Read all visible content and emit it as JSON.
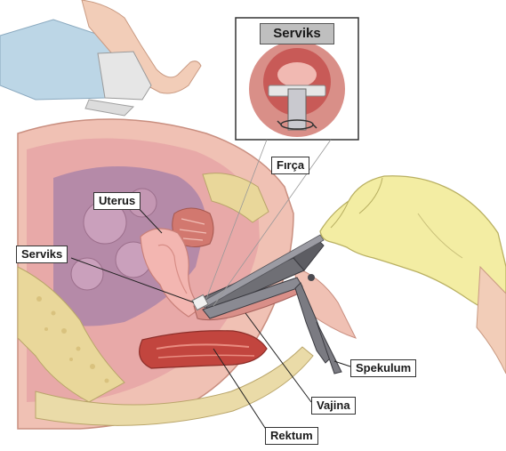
{
  "inset": {
    "title": "Serviks"
  },
  "labels": {
    "brush": "Fırça",
    "uterus": "Uterus",
    "cervix": "Serviks",
    "speculum": "Spekulum",
    "vagina": "Vajina",
    "rectum": "Rektum"
  },
  "colors": {
    "tissue_pink": "#e8a9a8",
    "uterus_pink": "#f3b6b1",
    "cavity_purple": "#b58aa8",
    "rectum_red": "#c2453e",
    "bone_tan": "#e9d79a",
    "glove_yellow": "#f3eda3",
    "sheet_blue": "#bcd6e6",
    "speculum_grey": "#6f6f75"
  }
}
